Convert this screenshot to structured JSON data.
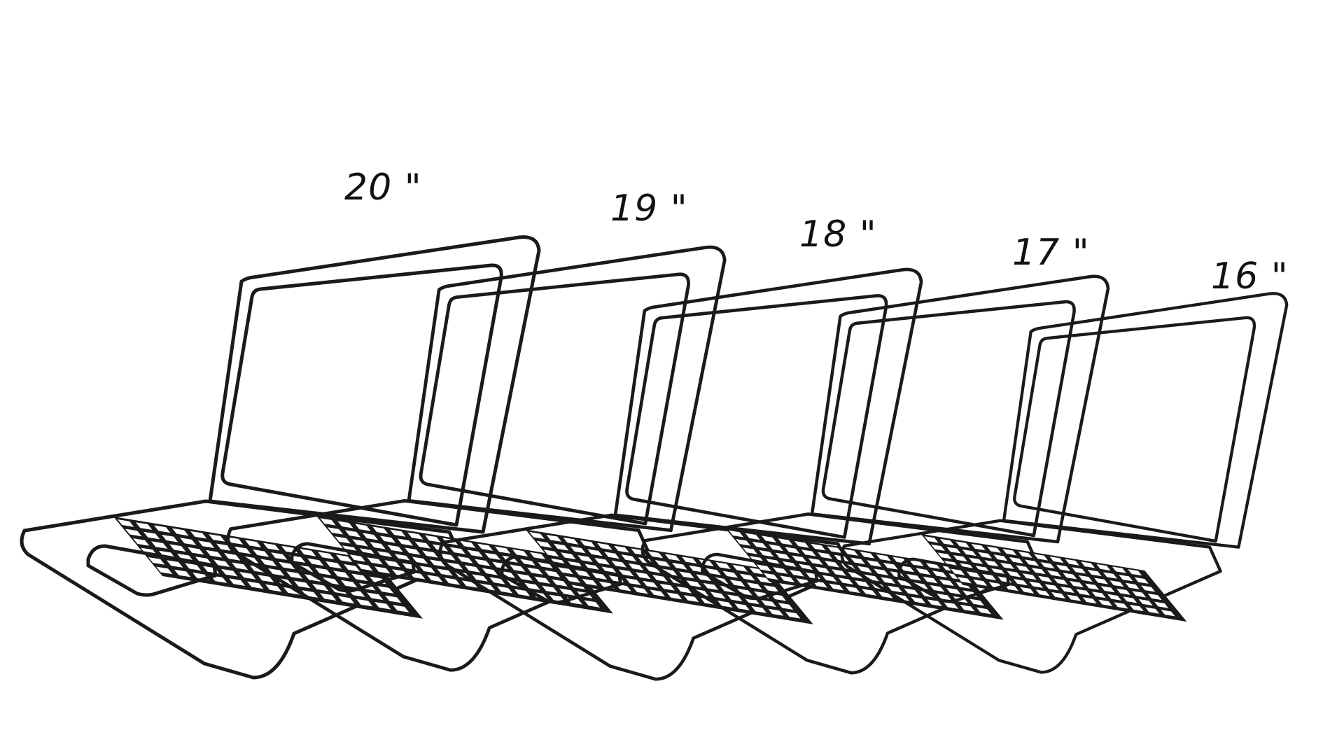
{
  "illustration": {
    "stroke_color": "#1a1a1a",
    "background_color": "#ffffff",
    "laptops": [
      {
        "size_label": "20 \""
      },
      {
        "size_label": "19 \""
      },
      {
        "size_label": "18 \""
      },
      {
        "size_label": "17 \""
      },
      {
        "size_label": "16 \""
      }
    ]
  }
}
